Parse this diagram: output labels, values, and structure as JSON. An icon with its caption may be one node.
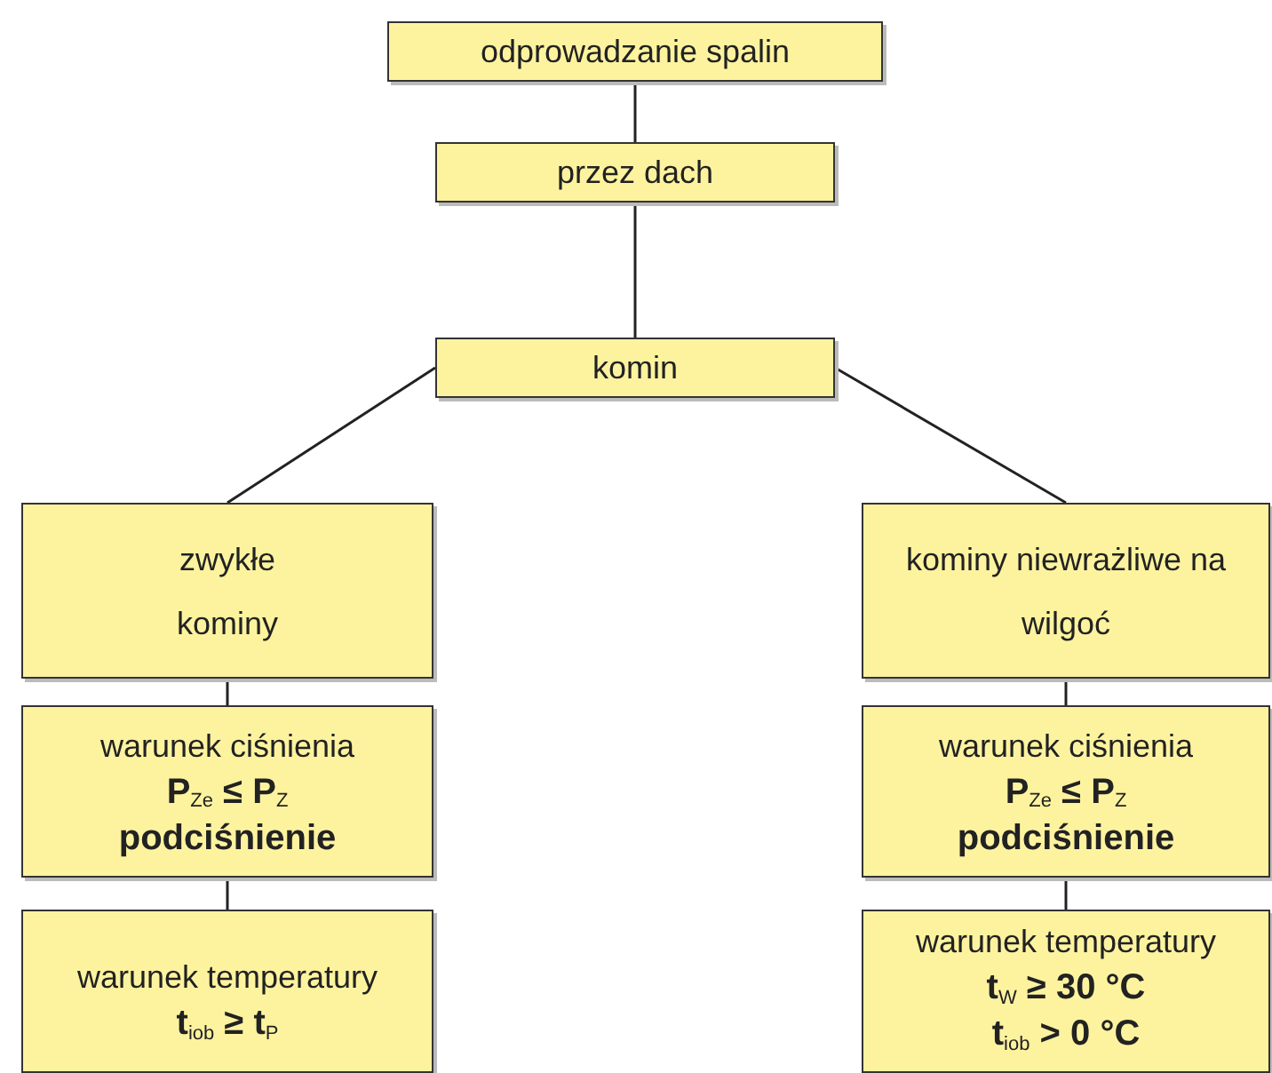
{
  "diagram": {
    "nodes": [
      {
        "text": [
          "odprowadzanie spalin"
        ]
      },
      {
        "text": [
          "przez dach"
        ]
      },
      {
        "text": [
          "komin"
        ]
      },
      {
        "text": [
          "zwykłe kominy"
        ]
      },
      {
        "text": [
          "warunek ciśnienia",
          "P$_{Ze}$ ≤ P$_{Z}$",
          "podciśnienie"
        ]
      },
      {
        "text": [
          "warunek temperatury",
          "t$_{iob}$ ≥ t$_{P}$"
        ]
      },
      {
        "text": [
          "kominy niewrażliwe na wilgoć"
        ]
      },
      {
        "text": [
          "warunek ciśnienia",
          "P$_{Ze}$ ≤ P$_{Z}$",
          "podciśnienie"
        ]
      },
      {
        "text": [
          "warunek temperatury",
          "t$_{W}$ ≥ 30 °C",
          "t$_{iob}$ >  0 °C"
        ]
      }
    ],
    "edges": [
      {
        "from": 0,
        "to": 1,
        "arrow": "none"
      },
      {
        "from": 1,
        "to": 2,
        "arrow": "none"
      },
      {
        "from": 2,
        "to": 3,
        "arrow": "none"
      },
      {
        "from": 2,
        "to": 6,
        "arrow": "none"
      },
      {
        "from": 3,
        "to": 4,
        "arrow": "none"
      },
      {
        "from": 4,
        "to": 5,
        "arrow": "none"
      },
      {
        "from": 6,
        "to": 7,
        "arrow": "none"
      },
      {
        "from": 7,
        "to": 8,
        "arrow": "none"
      }
    ]
  }
}
